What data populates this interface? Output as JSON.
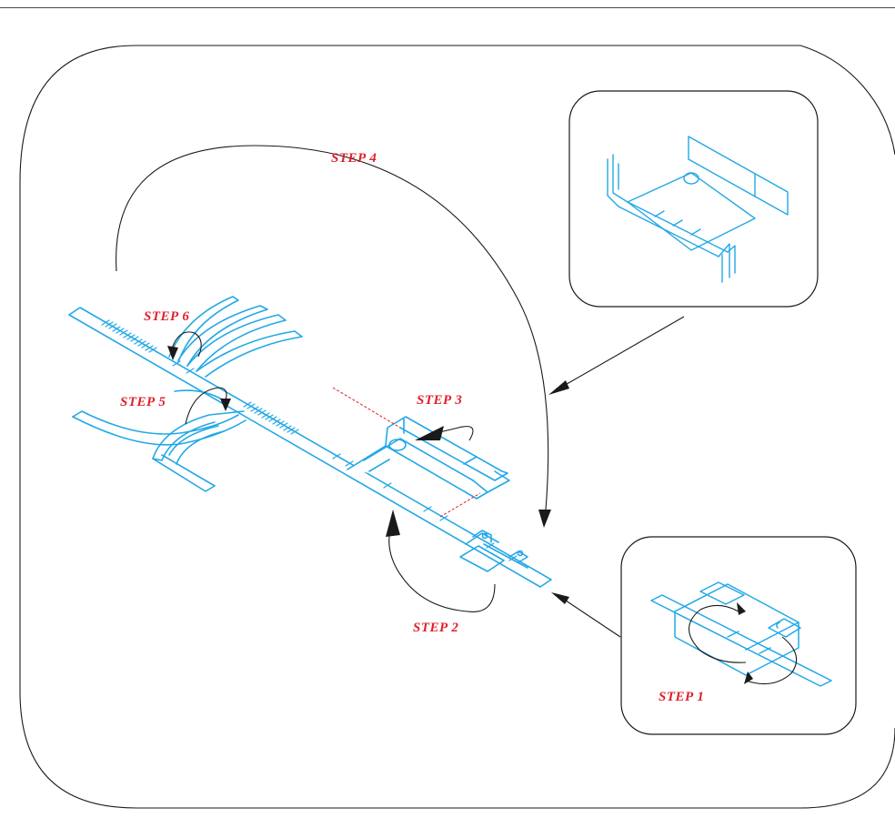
{
  "diagram": {
    "steps": [
      {
        "id": "step-1",
        "label": "STEP 1"
      },
      {
        "id": "step-2",
        "label": "STEP 2"
      },
      {
        "id": "step-3",
        "label": "STEP 3"
      },
      {
        "id": "step-4",
        "label": "STEP 4"
      },
      {
        "id": "step-5",
        "label": "STEP 5"
      },
      {
        "id": "step-6",
        "label": "STEP 6"
      }
    ]
  },
  "colors": {
    "part_stroke": "#22a8e6",
    "label": "#e0202a",
    "ink": "#1a1a1a",
    "frame": "#1a1a1a"
  }
}
